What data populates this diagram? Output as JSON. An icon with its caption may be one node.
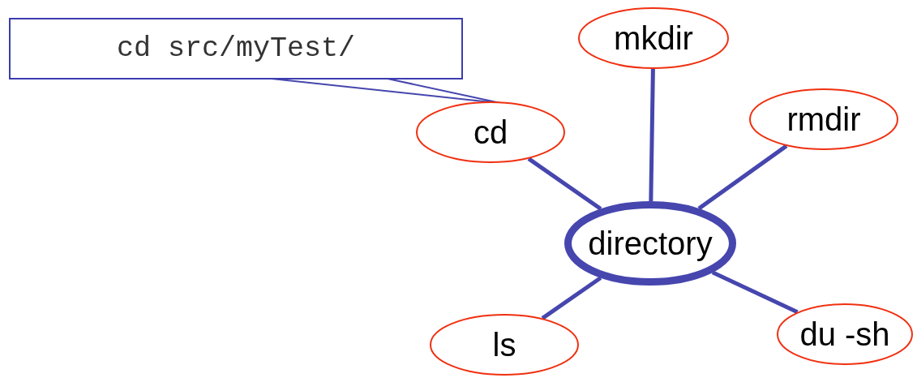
{
  "diagram": {
    "nodes": [
      {
        "text": [
          "cd src/myTest/"
        ]
      },
      {
        "text": [
          "mkdir"
        ]
      },
      {
        "text": [
          "cd"
        ]
      },
      {
        "text": [
          "rmdir"
        ]
      },
      {
        "text": [
          "directory"
        ]
      },
      {
        "text": [
          "ls"
        ]
      },
      {
        "text": [
          "du -sh"
        ]
      }
    ],
    "edges": [
      {
        "from": 0,
        "to": 2,
        "arrow": "none"
      },
      {
        "from": 2,
        "to": 4,
        "arrow": "none"
      },
      {
        "from": 1,
        "to": 4,
        "arrow": "none"
      },
      {
        "from": 3,
        "to": 4,
        "arrow": "none"
      },
      {
        "from": 5,
        "to": 4,
        "arrow": "none"
      },
      {
        "from": 6,
        "to": 4,
        "arrow": "none"
      }
    ]
  }
}
